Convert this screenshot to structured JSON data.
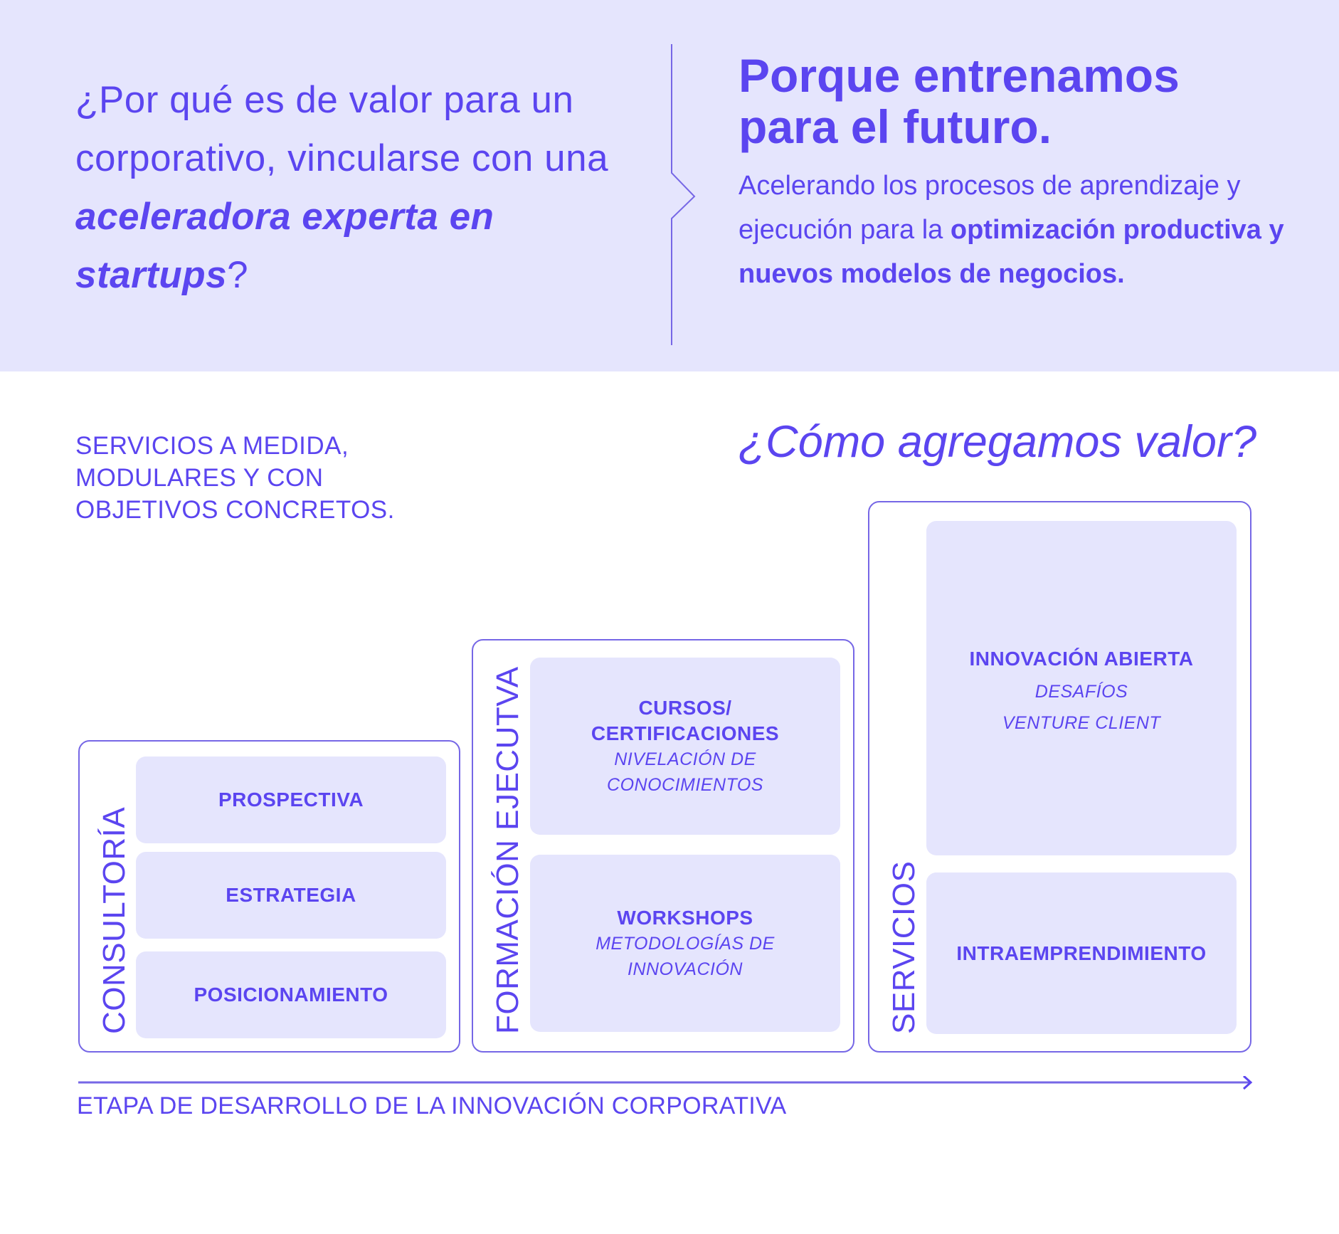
{
  "header": {
    "question": {
      "part1": "¿Por qué es de valor para un corporativo, vincularse con una ",
      "emphasis": "aceleradora experta en startups",
      "end": "?"
    },
    "answer_title_lines": [
      "Porque entrenamos",
      "para el futuro."
    ],
    "answer_body": {
      "plain": "Acelerando los procesos de aprendizaje y ejecución para la ",
      "bold": "optimización productiva y nuevos modelos de negocios."
    }
  },
  "section": {
    "tagline_lines": [
      "SERVICIOS A MEDIDA,",
      "MODULARES Y CON",
      "OBJETIVOS CONCRETOS."
    ],
    "title": "¿Cómo agregamos valor?"
  },
  "colors": {
    "accent": "#5b45f0",
    "band_bg": "#e5e5fd",
    "card_bg": "#e5e5fd",
    "border": "#7667e6"
  },
  "groups": [
    {
      "label": "CONSULTORÍA",
      "cards": [
        {
          "title": "PROSPECTIVA",
          "subtitle_lines": []
        },
        {
          "title": "ESTRATEGIA",
          "subtitle_lines": []
        },
        {
          "title": "POSICIONAMIENTO",
          "subtitle_lines": []
        }
      ]
    },
    {
      "label": "FORMACIÓN EJECUTVA",
      "cards": [
        {
          "title_lines": [
            "CURSOS/",
            "CERTIFICACIONES"
          ],
          "subtitle_lines": [
            "NIVELACIÓN DE",
            "CONOCIMIENTOS"
          ]
        },
        {
          "title_lines": [
            "WORKSHOPS"
          ],
          "subtitle_lines": [
            "METODOLOGÍAS DE",
            "INNOVACIÓN"
          ]
        }
      ]
    },
    {
      "label": "SERVICIOS",
      "cards": [
        {
          "title_lines": [
            "INNOVACIÓN ABIERTA"
          ],
          "subtitle_lines": [
            "DESAFÍOS",
            "VENTURE CLIENT"
          ]
        },
        {
          "title_lines": [
            "INTRAEMPRENDIMIENTO"
          ],
          "subtitle_lines": []
        }
      ]
    }
  ],
  "axis": {
    "label": "ETAPA DE DESARROLLO DE LA INNOVACIÓN CORPORATIVA",
    "arrow_icon": "arrow-right-icon"
  }
}
